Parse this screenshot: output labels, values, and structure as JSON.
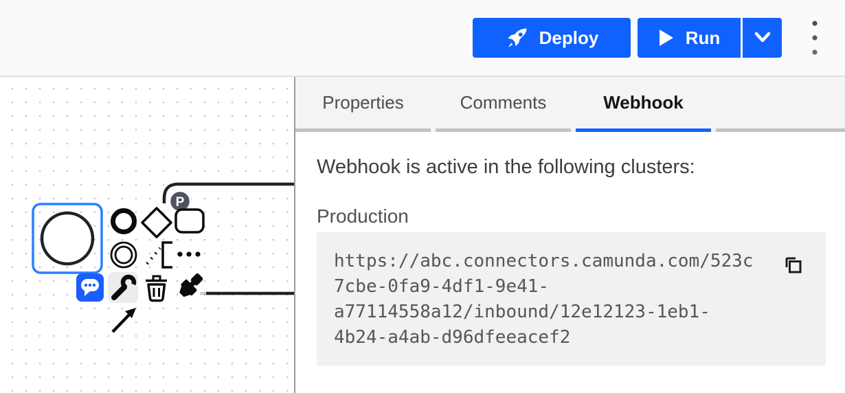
{
  "header": {
    "deploy_button": "Deploy",
    "run_button": "Run"
  },
  "panel": {
    "tabs": [
      {
        "label": "Properties"
      },
      {
        "label": "Comments"
      },
      {
        "label": "Webhook"
      }
    ],
    "active_tab": "Webhook",
    "webhook": {
      "description": "Webhook is active in the following clusters:",
      "cluster_name": "Production",
      "url": "https://abc.connectors.camunda.com/523c7cbe-0fa9-4df1-9e41-a77114558a12/inbound/12e12123-1eb1-4b24-a4ab-d96dfeeacef2",
      "url_lines": [
        "https://abc.connectors.camunda.com/523c",
        "7cbe-0fa9-4df1-9e41-",
        "a77114558a12/inbound/12e12123-1eb1-",
        "4b24-a4ab-d96dfeeacef2"
      ]
    }
  },
  "canvas": {
    "collaborator_initial": "P"
  },
  "colors": {
    "primary_blue": "#0f62fe",
    "selection_blue": "#2b7fff",
    "comment_badge_blue": "#1a5eff",
    "element_black": "#202229",
    "tab_underline_gray": "#c2c2c2"
  }
}
